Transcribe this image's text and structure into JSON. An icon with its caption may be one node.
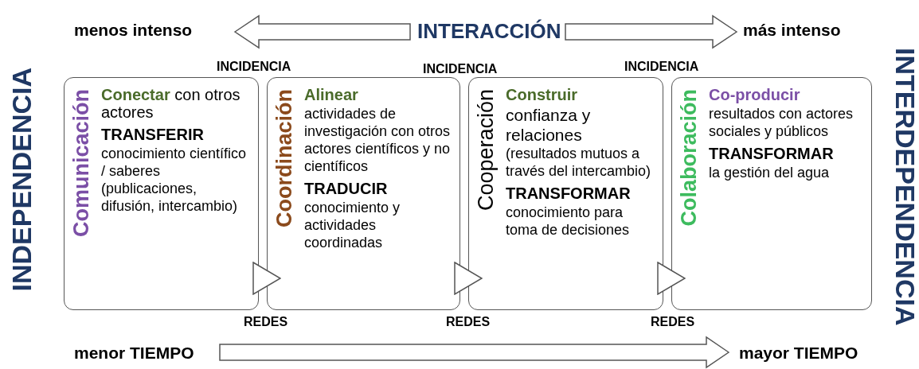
{
  "diagram": {
    "nodes": [
      {
        "text": [
          "Comunicación",
          "**Conectar** con otros actores",
          "TRANSFERIR",
          "conocimiento científico / saberes (publicaciones, difusión, intercambio)"
        ]
      },
      {
        "text": [
          "Coordinación",
          "Alinear",
          "actividades de investigación con otros actores científicos y no científicos",
          "TRADUCIR",
          "conocimiento y actividades coordinadas"
        ]
      },
      {
        "text": [
          "Cooperación",
          "Construir",
          "confianza y relaciones",
          "(resultados mutuos a través del intercambio)",
          "TRANSFORMAR",
          "conocimiento para toma de decisiones"
        ]
      },
      {
        "text": [
          "Colaboración",
          "Co-producir",
          "resultados con actores sociales y públicos",
          "TRANSFORMAR",
          "la gestión del agua"
        ]
      }
    ],
    "edges": [
      {
        "from": 0,
        "to": 1,
        "arrow": "to"
      },
      {
        "from": 1,
        "to": 2,
        "arrow": "to"
      },
      {
        "from": 2,
        "to": 3,
        "arrow": "to"
      }
    ],
    "labels": [
      "menos intenso",
      "INTERACCIÓN",
      "más intenso",
      "INCIDENCIA",
      "INCIDENCIA",
      "INCIDENCIA",
      "INDEPENDENCIA",
      "INTERDEPENDENCIA",
      "REDES",
      "REDES",
      "REDES",
      "menor TIEMPO",
      "mayor TIEMPO"
    ]
  }
}
